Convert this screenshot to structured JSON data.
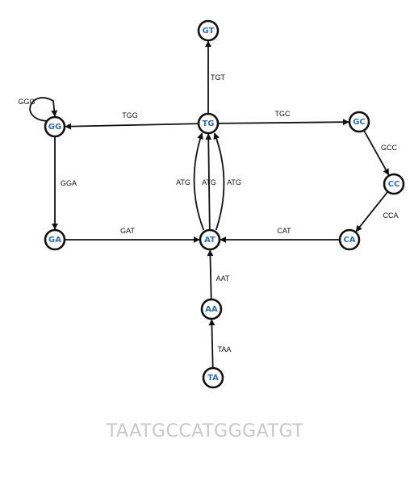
{
  "colors": {
    "node_text": "#2f6eb5",
    "edge": "#111111",
    "sequence": "#c8c8c8"
  },
  "nodes": [
    {
      "id": "GT",
      "label": "GT"
    },
    {
      "id": "TG",
      "label": "TG"
    },
    {
      "id": "GG",
      "label": "GG"
    },
    {
      "id": "GC",
      "label": "GC"
    },
    {
      "id": "CC",
      "label": "CC"
    },
    {
      "id": "GA",
      "label": "GA"
    },
    {
      "id": "AT",
      "label": "AT"
    },
    {
      "id": "CA",
      "label": "CA"
    },
    {
      "id": "AA",
      "label": "AA"
    },
    {
      "id": "TA",
      "label": "TA"
    }
  ],
  "edges": [
    {
      "from": "TA",
      "to": "AA",
      "label": "TAA"
    },
    {
      "from": "AA",
      "to": "AT",
      "label": "AAT"
    },
    {
      "from": "AT",
      "to": "TG",
      "label": "ATG"
    },
    {
      "from": "AT",
      "to": "TG",
      "label": "ATG"
    },
    {
      "from": "AT",
      "to": "TG",
      "label": "ATG"
    },
    {
      "from": "TG",
      "to": "GT",
      "label": "TGT"
    },
    {
      "from": "TG",
      "to": "GG",
      "label": "TGG"
    },
    {
      "from": "TG",
      "to": "GC",
      "label": "TGC"
    },
    {
      "from": "GC",
      "to": "CC",
      "label": "GCC"
    },
    {
      "from": "CC",
      "to": "CA",
      "label": "CCA"
    },
    {
      "from": "CA",
      "to": "AT",
      "label": "CAT"
    },
    {
      "from": "GG",
      "to": "GG",
      "label": "GGG"
    },
    {
      "from": "GG",
      "to": "GA",
      "label": "GGA"
    },
    {
      "from": "GA",
      "to": "AT",
      "label": "GAT"
    }
  ],
  "sequence": "TAATGCCATGGGATGT"
}
